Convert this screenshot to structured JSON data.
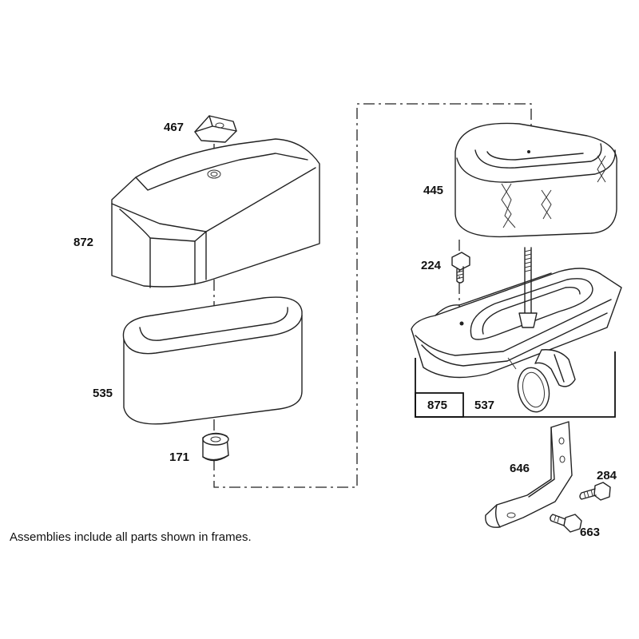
{
  "parts": {
    "p467": "467",
    "p872": "872",
    "p535": "535",
    "p171": "171",
    "p445": "445",
    "p224": "224",
    "p875": "875",
    "p537": "537",
    "p646": "646",
    "p284": "284",
    "p663": "663"
  },
  "note": "Assemblies include all parts shown in frames."
}
